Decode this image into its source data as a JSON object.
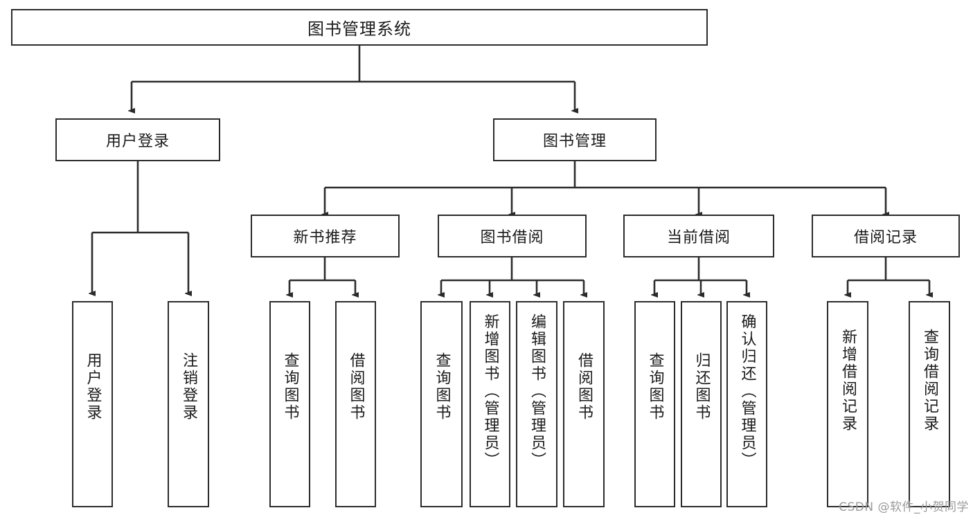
{
  "diagram": {
    "title": "图书管理系统",
    "root": {
      "label": "图书管理系统"
    },
    "level1": [
      {
        "label": "用户登录"
      },
      {
        "label": "图书管理"
      }
    ],
    "level2": [
      {
        "label": "新书推荐"
      },
      {
        "label": "图书借阅"
      },
      {
        "label": "当前借阅"
      },
      {
        "label": "借阅记录"
      }
    ],
    "leaves": {
      "user_login": [
        {
          "label": "用户登录"
        },
        {
          "label": "注销登录"
        }
      ],
      "new_book_recommend": [
        {
          "label": "查询图书"
        },
        {
          "label": "借阅图书"
        }
      ],
      "book_borrow": [
        {
          "label": "查询图书"
        },
        {
          "label": "新增图书（管理员）"
        },
        {
          "label": "编辑图书（管理员）"
        },
        {
          "label": "借阅图书"
        }
      ],
      "current_borrow": [
        {
          "label": "查询图书"
        },
        {
          "label": "归还图书"
        },
        {
          "label": "确认归还（管理员）"
        }
      ],
      "borrow_record": [
        {
          "label": "新增借阅记录"
        },
        {
          "label": "查询借阅记录"
        }
      ]
    }
  },
  "watermark": {
    "text": "CSDN @软件_小贺同学"
  },
  "colors": {
    "border": "#2b2b2b",
    "background": "#ffffff",
    "text": "#1a1a1a",
    "watermark": "#9a9a9a"
  }
}
